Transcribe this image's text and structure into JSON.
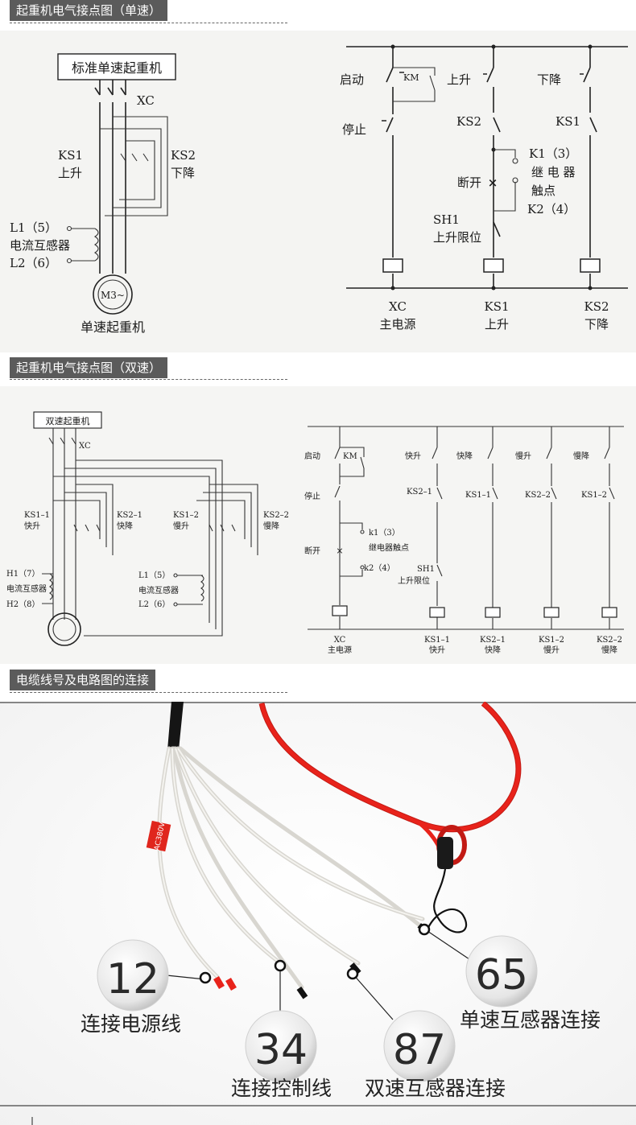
{
  "sections": [
    {
      "title": "起重机电气接点图（单速）"
    },
    {
      "title": "起重机电气接点图（双速）"
    },
    {
      "title": "电缆线号及电路图的连接"
    }
  ],
  "single_speed": {
    "motor_box": "标准单速起重机",
    "xc": "XC",
    "ks1": "KS1",
    "ks1_sub": "上升",
    "ks2": "KS2",
    "ks2_sub": "下降",
    "l1": "L1（5）",
    "ct": "电流互感器",
    "l2": "L2（6）",
    "motor": "M3~",
    "motor_caption": "单速起重机",
    "ctrl": {
      "start": "启动",
      "km": "KM",
      "up": "上升",
      "down": "下降",
      "stop": "停止",
      "ks2": "KS2",
      "ks1": "KS1",
      "k1": "K1（3）",
      "relay": "继 电 器",
      "contact": "触点",
      "k2": "K2（4）",
      "off": "断开",
      "sh1": "SH1",
      "limit": "上升限位",
      "bottom": [
        {
          "a": "XC",
          "b": "主电源"
        },
        {
          "a": "KS1",
          "b": "上升"
        },
        {
          "a": "KS2",
          "b": "下降"
        }
      ]
    }
  },
  "double_speed": {
    "motor_box": "双速起重机",
    "xc": "XC",
    "groups": [
      {
        "a": "KS1–1",
        "b": "快升"
      },
      {
        "a": "KS2–1",
        "b": "快降"
      },
      {
        "a": "KS1–2",
        "b": "慢升"
      },
      {
        "a": "KS2–2",
        "b": "慢降"
      }
    ],
    "h1": "H1（7）",
    "ct": "电流互感器",
    "h2": "H2（8）",
    "l1": "L1（5）",
    "ct2": "电流互感器",
    "l2": "L2（6）",
    "ctrl": {
      "start": "启动",
      "km": "KM",
      "fast_up": "快升",
      "fast_down": "快降",
      "slow_up": "慢升",
      "slow_down": "慢降",
      "stop": "停止",
      "ks2_1": "KS2–1",
      "ks1_1": "KS1–1",
      "ks2_2": "KS2–2",
      "ks1_2": "KS1–2",
      "k1": "k1（3）",
      "relay": "继电器触点",
      "off": "断开",
      "k2": "k2（4）",
      "sh1": "SH1",
      "limit": "上升限位",
      "bottom": [
        {
          "a": "XC",
          "b": "主电源"
        },
        {
          "a": "KS1–1",
          "b": "快升"
        },
        {
          "a": "KS2–1",
          "b": "快降"
        },
        {
          "a": "KS1–2",
          "b": "慢升"
        },
        {
          "a": "KS2–2",
          "b": "慢降"
        }
      ]
    }
  },
  "cable": {
    "tags": [
      "12",
      "34",
      "87",
      "65"
    ],
    "labels": [
      "连接电源线",
      "连接控制线",
      "双速互感器连接",
      "单速互感器连接"
    ],
    "sleeve_text": "AC380V"
  },
  "colors": {
    "tag_bg": "#5b5b5b",
    "wire_red": "#e8231b",
    "wire_white": "#ececec"
  }
}
